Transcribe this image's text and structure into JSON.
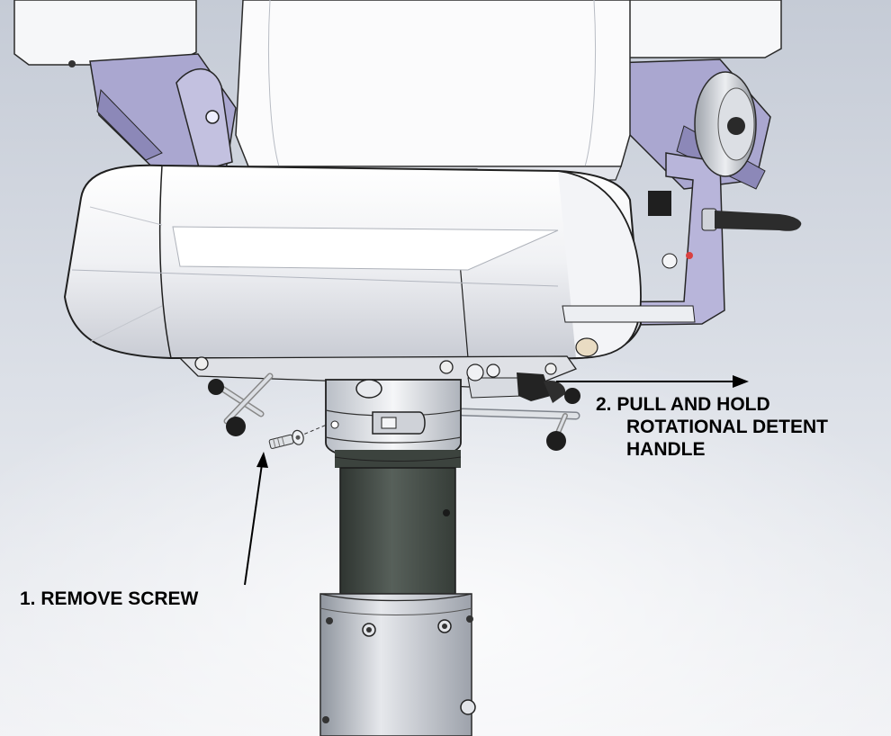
{
  "callouts": {
    "step2": {
      "line1": "2. PULL AND HOLD",
      "line2": "ROTATIONAL DETENT",
      "line3": "HANDLE"
    },
    "step1": {
      "label": "1. REMOVE SCREW"
    }
  },
  "colors": {
    "background_top": "#c9ced8",
    "background_bottom": "#eef0f4",
    "housing": "#f3f4f7",
    "bracket": "#a9a6cf",
    "column": "#4a524c",
    "metal": "#c8ccd3",
    "arrow": "#000000"
  }
}
